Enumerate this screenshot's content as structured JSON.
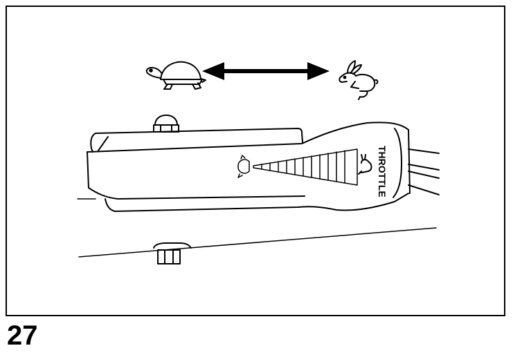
{
  "figure": {
    "number": "27",
    "control_label": "THROTTLE",
    "icons": {
      "slow": "turtle-icon",
      "fast": "rabbit-icon",
      "direction": "double-arrow"
    }
  }
}
